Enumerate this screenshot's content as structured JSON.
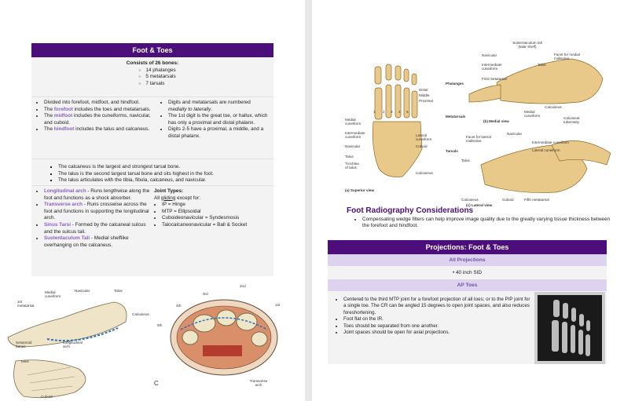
{
  "left": {
    "section_title": "Foot & Toes",
    "bones_heading": "Consists of 26 bones:",
    "bones_list": [
      "14 phalanges",
      "5 metatarsals",
      "7 tarsals"
    ],
    "col1": [
      "Divided into forefoot, midfoot, and hindfoot.",
      {
        "pre": "The ",
        "term": "forefoot",
        "post": " includes the toes and metatarsals."
      },
      {
        "pre": "The ",
        "term": "midfoot",
        "post": " includes the cuneiforms, navicular, and cuboid."
      },
      {
        "pre": "The ",
        "term": "hindfoot",
        "post": " includes the talus and calcaneus."
      }
    ],
    "col2": [
      {
        "pre": "Digits and metatarsals are numbered ",
        "em": "medially to laterally",
        "post": "."
      },
      "The 1st digit is the great toe, or hallux, which has only a proximal and distal phalanx.",
      "Digits 2-5 have a proximal, a middle, and a distal phalanx."
    ],
    "calcaneus_list": [
      "The calcaneus is the largest and strongest tarsal bone.",
      "The talus is the second largest tarsal bone and sits highest in the foot.",
      "The talus articulates with the tibia, fibula, calcaneus, and navicular."
    ],
    "arches": [
      {
        "term": "Longitudinal arch",
        "desc": " - Runs lengthwise along the foot and functions as a shock absorber."
      },
      {
        "term": "Transverse arch",
        "desc": " - Runs crosswise across the foot and functions in supporting the longitudinal arch."
      },
      {
        "term": "Sinus Tarsi",
        "desc": " - Formed by the calcaneal sulcus and the sulcus tali."
      },
      {
        "term": "Sustentaculum Tali",
        "desc": " - Medial shelflike overhanging on the calcaneus."
      }
    ],
    "joint_types": {
      "heading": "Joint Types:",
      "intro_pre": "All ",
      "intro_underlined": "gliding",
      "intro_post": " except for:",
      "items": [
        "IP = Hinge",
        "MTP = Ellipsoidal",
        "Cuboideonavicular = Syndesmosis",
        "Talocalcaneonavicular = Ball & Socket"
      ]
    },
    "fig_labels": {
      "navicular": "Navicular",
      "talus": "Talus",
      "medial_cuneiform": "Medial cuneiform",
      "first_metatarsal": "1st metatarsal",
      "calcaneus": "Calcaneus",
      "sesamoid": "Sesamoid bones",
      "longitudinal_arch": "Longitudinal arch",
      "talus2": "Talus",
      "cuboid": "Cuboid",
      "n2nd": "2nd",
      "n3rd": "3rd",
      "n4th": "4th",
      "n5th": "5th",
      "n1st": "1st",
      "transverse_arch": "Transverse arch",
      "panel_c": "C"
    }
  },
  "right": {
    "figure_labels": {
      "distal": "Distal",
      "middle": "Middle",
      "proximal": "Proximal",
      "phalanges": "Phalanges",
      "metatarsals": "Metatarsals",
      "medial_cuneiform": "Medial cuneiform",
      "intermediate_cuneiform": "Intermediate cuneiform",
      "navicular": "Navicular",
      "talus": "Talus",
      "trochlea": "Trochlea of talus",
      "lateral_cuneiform": "Lateral cuneiform",
      "cuboid": "Cuboid",
      "tarsals": "Tarsals",
      "calcaneus": "Calcaneus",
      "superior_view": "(a) Superior view",
      "sustentaculum": "Sustentaculum tali (talar shelf)",
      "navicular2": "Navicular",
      "intermediate_cuneiform2": "Intermediate cuneiform",
      "talus2": "Talus",
      "facet_medial": "Facet for medial malleolus",
      "first_metatarsal": "First metatarsal",
      "medial_cuneiform2": "Medial cuneiform",
      "calcaneus2": "Calcaneus",
      "calcaneal_tuberosity": "Calcaneal tuberosity",
      "medial_view": "(b) Medial view",
      "facet_lateral": "Facet for lateral malleolus",
      "navicular3": "Navicular",
      "intermediate_cuneiform3": "Intermediate cuneiform",
      "lateral_cuneiform2": "Lateral cuneiform",
      "talus3": "Talus",
      "calcaneus3": "Calcaneus",
      "cuboid2": "Cuboid",
      "fifth_metatarsal": "Fifth metatarsal",
      "lateral_view": "(c) Lateral view",
      "digits": [
        "1",
        "2",
        "3",
        "4",
        "5"
      ]
    },
    "radiography_title": "Foot Radiography Considerations",
    "radiography_text": "Compensating wedge filters can help improve image quality due to the greatly varying tissue thickness between the forefoot and hindfoot.",
    "projections": {
      "title": "Projections: Foot & Toes",
      "all_heading": "All Projections",
      "sid": "40 inch SID",
      "ap_heading": "AP Toes",
      "ap_items": [
        "Centered to the third MTP joint for a forefoot projection of all toes; or to the PIP joint for a single toe.  The CR can be angled 15 degrees to open joint spaces, and also reduces foreshortening.",
        "Foot flat on the IR.",
        "Toes should be separated from one another.",
        "Joint spaces should be open for axial projections."
      ]
    }
  },
  "colors": {
    "purple_header": "#4b0e7a",
    "term_purple": "#8b5fc8",
    "subheader_bg": "#ddd3ee",
    "bone": "#e9c98a"
  }
}
